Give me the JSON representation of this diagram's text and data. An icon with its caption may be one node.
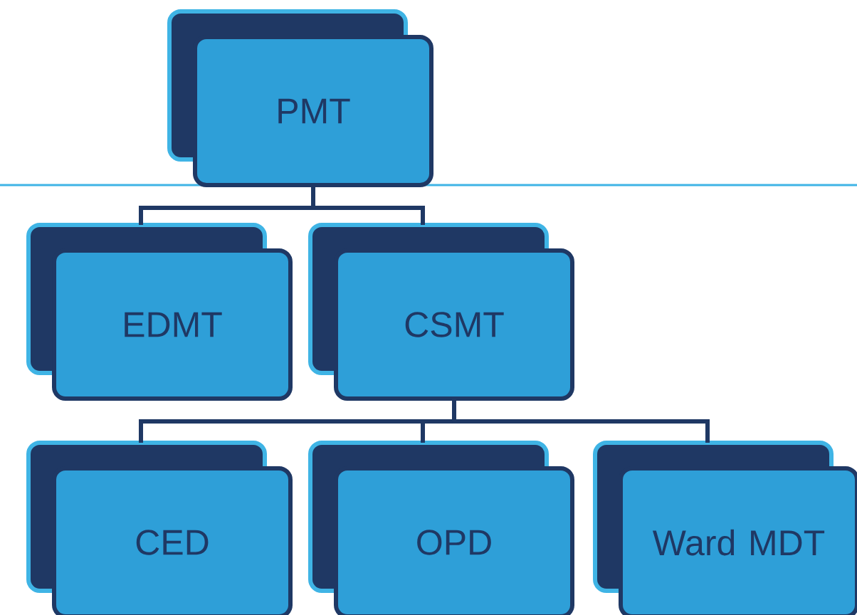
{
  "diagram": {
    "nodes": [
      {
        "text": [
          "PMT"
        ]
      },
      {
        "text": [
          "EDMT"
        ]
      },
      {
        "text": [
          "CSMT"
        ]
      },
      {
        "text": [
          "CED"
        ]
      },
      {
        "text": [
          "OPD"
        ]
      },
      {
        "text": [
          "Ward MDT"
        ]
      }
    ],
    "edges": [
      {
        "from": 0,
        "to": 1,
        "arrow": "none"
      },
      {
        "from": 0,
        "to": 2,
        "arrow": "none"
      },
      {
        "from": 2,
        "to": 3,
        "arrow": "none"
      },
      {
        "from": 2,
        "to": 4,
        "arrow": "none"
      },
      {
        "from": 2,
        "to": 5,
        "arrow": "none"
      }
    ]
  }
}
